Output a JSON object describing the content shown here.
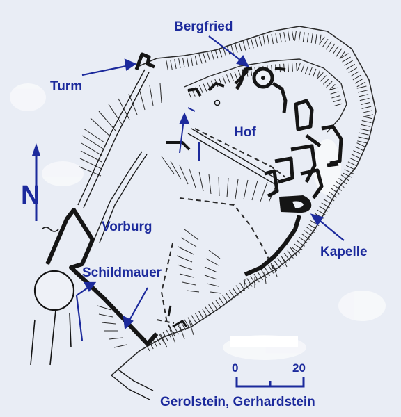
{
  "map": {
    "title": "Gerolstein, Gerhardstein",
    "labels": {
      "bergfried": "Bergfried",
      "turm": "Turm",
      "hof": "Hof",
      "vorburg": "Vorburg",
      "kapelle": "Kapelle",
      "schildmauer": "Schildmauer"
    },
    "north": "N",
    "scale": {
      "start": "0",
      "end": "20"
    }
  },
  "colors": {
    "background": "#e9edf5",
    "ink": "#1a1a1a",
    "annotation": "#1c2a9c"
  }
}
